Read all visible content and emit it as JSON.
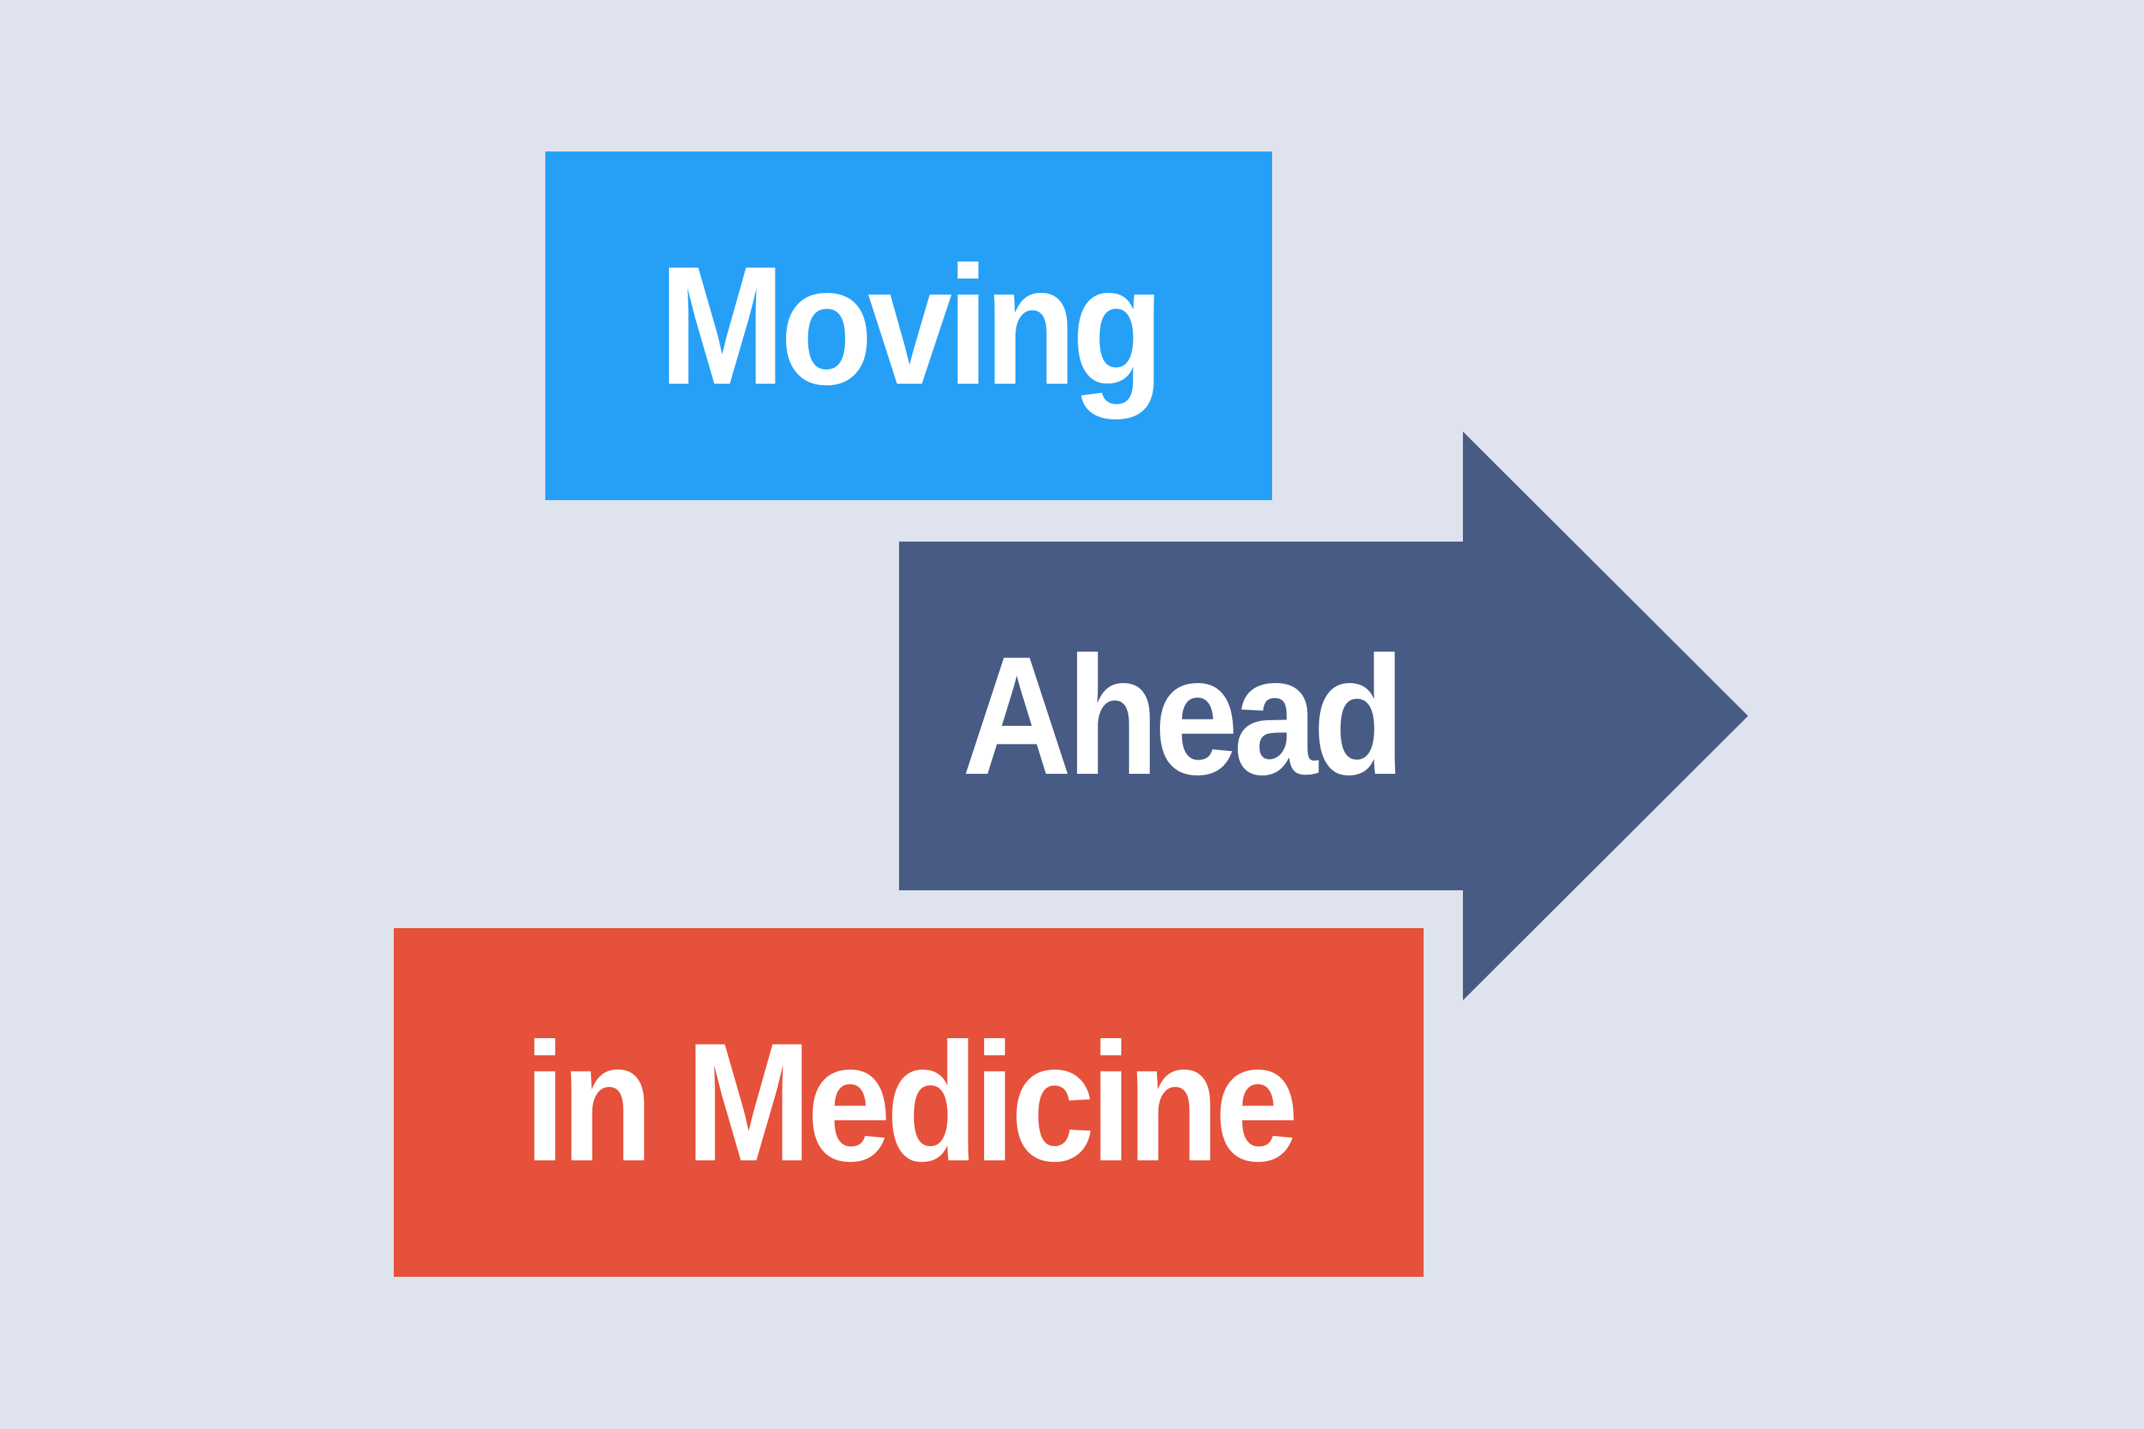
{
  "graphic": {
    "background_color": "#dfe3ee",
    "boxes": [
      {
        "label": "Moving",
        "color": "#26a0f7"
      },
      {
        "label": "Ahead",
        "color": "#475b84"
      },
      {
        "label": "in Medicine",
        "color": "#e5513a"
      }
    ],
    "arrow_icon": "right-arrow-icon"
  }
}
